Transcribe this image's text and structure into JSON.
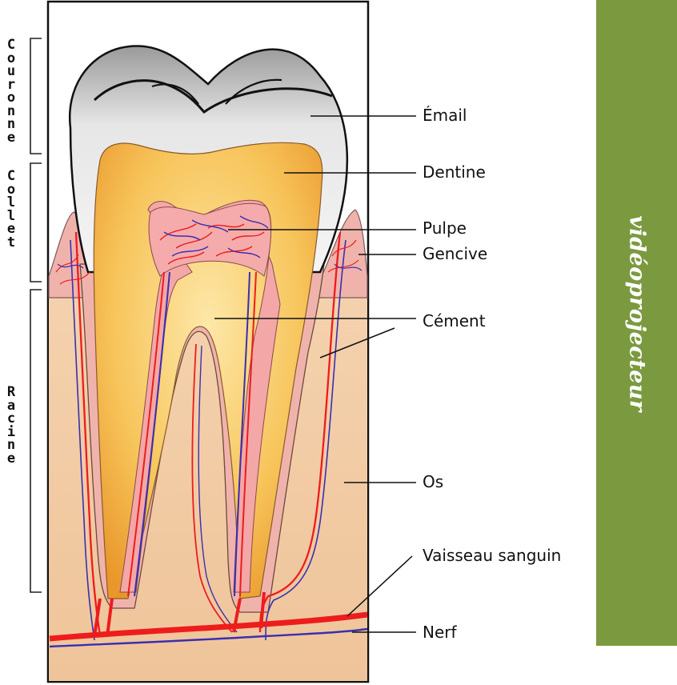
{
  "section_labels": {
    "crown": "Couronne",
    "neck": "Collet",
    "root": "Racine"
  },
  "structure_labels": {
    "enamel": "Émail",
    "dentin": "Dentine",
    "pulp": "Pulpe",
    "gum": "Gencive",
    "cementum": "Cément",
    "bone": "Os",
    "blood_vessel": "Vaisseau sanguin",
    "nerve": "Nerf"
  },
  "sidebar": {
    "text": "vidéoprojecteur"
  },
  "colors": {
    "enamel": "#ececec",
    "dentin": "#f5b93a",
    "pulp": "#f4a7a7",
    "gum": "#f2b3ad",
    "bone": "#f3cda4",
    "blood": "#ee1c1c",
    "nerve": "#3a2fb0",
    "sidebar": "#7b9a3f"
  }
}
